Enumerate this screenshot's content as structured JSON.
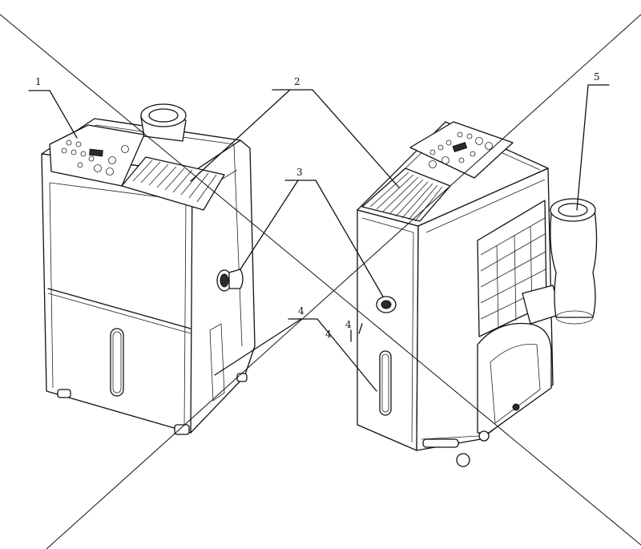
{
  "callouts": [
    {
      "id": "1",
      "label": "1"
    },
    {
      "id": "2",
      "label": "2"
    },
    {
      "id": "3",
      "label": "3"
    },
    {
      "id": "4a",
      "label": "4"
    },
    {
      "id": "4b",
      "label": "4"
    },
    {
      "id": "4c",
      "label": "4"
    },
    {
      "id": "5",
      "label": "5"
    }
  ],
  "colors": {
    "line": "#111111",
    "background": "#ffffff",
    "dark_fill": "#2b2b2b"
  }
}
